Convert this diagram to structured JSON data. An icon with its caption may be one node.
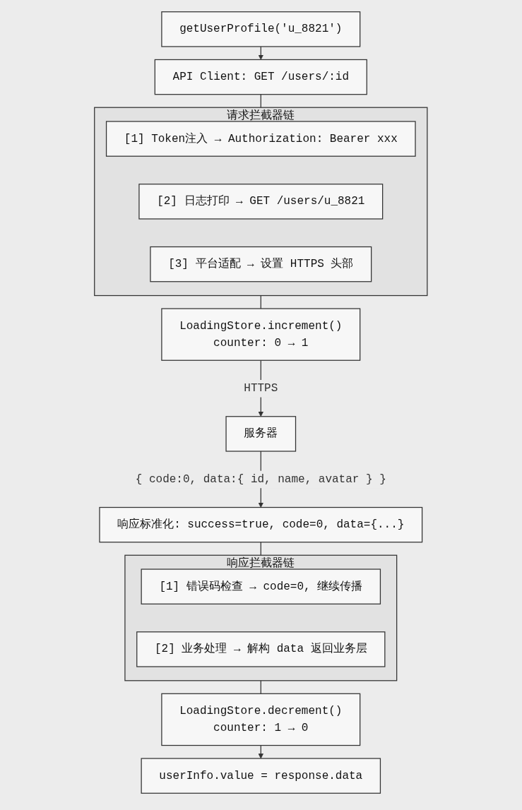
{
  "diagram": {
    "nodes": [
      {
        "text": [
          "getUserProfile('u_8821')"
        ]
      },
      {
        "text": [
          "API Client: GET /users/:id"
        ]
      },
      {
        "text": [
          "请求拦截器链"
        ]
      },
      {
        "text": [
          "[1] Token注入 → Authorization: Bearer xxx"
        ],
        "in": 2
      },
      {
        "text": [
          "[2] 日志打印 → GET /users/u_8821"
        ],
        "in": 2
      },
      {
        "text": [
          "[3] 平台适配 → 设置 HTTPS 头部"
        ],
        "in": 2
      },
      {
        "text": [
          "LoadingStore.increment()",
          "counter: 0 → 1"
        ]
      },
      {
        "text": [
          "服务器"
        ]
      },
      {
        "text": [
          "响应标准化: success=true, code=0, data={...}"
        ]
      },
      {
        "text": [
          "响应拦截器链"
        ]
      },
      {
        "text": [
          "[1] 错误码检查 → code=0, 继续传播"
        ],
        "in": 9
      },
      {
        "text": [
          "[2] 业务处理 → 解构 data 返回业务层"
        ],
        "in": 9
      },
      {
        "text": [
          "LoadingStore.decrement()",
          "counter: 1 → 0"
        ]
      },
      {
        "text": [
          "userInfo.value = response.data"
        ]
      }
    ],
    "edges": [
      {
        "from": 0,
        "to": 1,
        "arrow": "to"
      },
      {
        "from": 1,
        "to": 2,
        "arrow": "none"
      },
      {
        "from": 2,
        "to": 6,
        "arrow": "none"
      },
      {
        "from": 6,
        "to": 7,
        "arrow": "to",
        "label": "HTTPS"
      },
      {
        "from": 7,
        "to": 8,
        "arrow": "to",
        "label": "{ code:0, data:{ id, name, avatar } }"
      },
      {
        "from": 8,
        "to": 9,
        "arrow": "none"
      },
      {
        "from": 9,
        "to": 12,
        "arrow": "none"
      },
      {
        "from": 12,
        "to": 13,
        "arrow": "to"
      }
    ]
  }
}
